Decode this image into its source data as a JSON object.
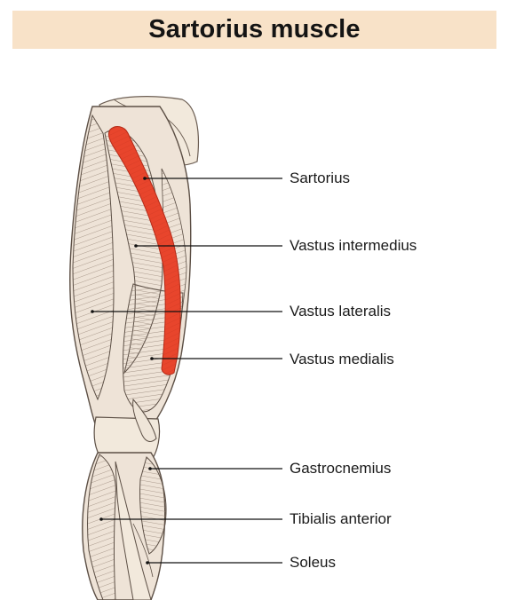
{
  "title": "Sartorius muscle",
  "colors": {
    "title_background": "#f8e2c8",
    "sartorius": "#e8452c",
    "muscle_fill": "#eee3d7",
    "muscle_fiber": "#8b7b6e",
    "bone_fill": "#f2e9dc",
    "leader_line": "#111111"
  },
  "labels": [
    {
      "id": "sartorius",
      "text": "Sartorius"
    },
    {
      "id": "vastus-intermedius",
      "text": "Vastus intermedius"
    },
    {
      "id": "vastus-lateralis",
      "text": "Vastus lateralis"
    },
    {
      "id": "vastus-medialis",
      "text": "Vastus medialis"
    },
    {
      "id": "gastrocnemius",
      "text": "Gastrocnemius"
    },
    {
      "id": "tibialis-anterior",
      "text": "Tibialis anterior"
    },
    {
      "id": "soleus",
      "text": "Soleus"
    }
  ]
}
